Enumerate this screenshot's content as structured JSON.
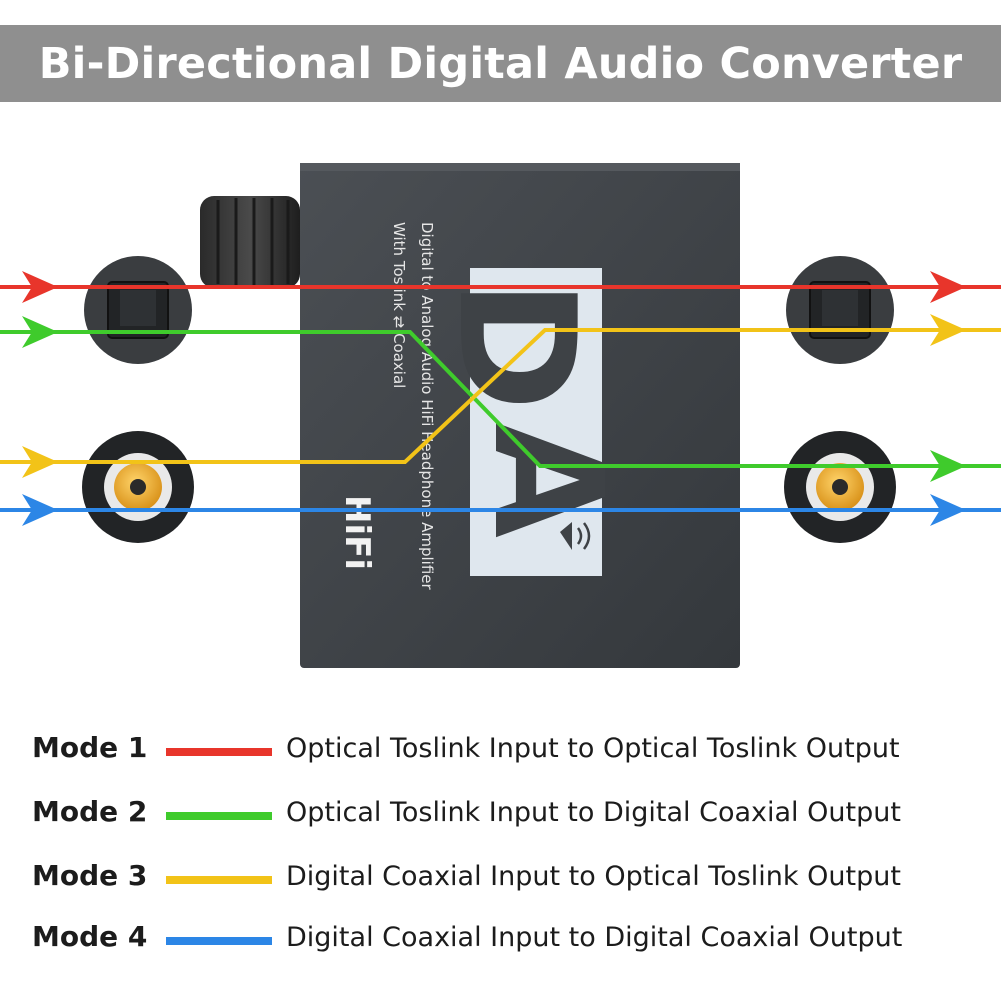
{
  "title": "Bi-Directional Digital Audio Converter",
  "device": {
    "side_text_line1": "Digital to Analog Audio HiFi Headphone Amplifier",
    "side_text_line2": "With Toslink ⇄ Coaxial",
    "hifi_label": "HiFi",
    "logo_letter_top": "D",
    "logo_letter_bottom": "A"
  },
  "colors": {
    "title_bg": "#8f8f8f",
    "device_body": "#3e4246",
    "mode1": "#e8352b",
    "mode2": "#3fcb2c",
    "mode3": "#f2c318",
    "mode4": "#2c86e6",
    "coax_center": "#f2b01e"
  },
  "icons": [
    "optical-port-icon",
    "coaxial-port-icon",
    "volume-knob-icon",
    "speaker-icon",
    "arrow-right-icon"
  ],
  "legend": [
    {
      "label": "Mode 1",
      "description": "Optical Toslink Input to Optical Toslink Output",
      "color": "#e8352b"
    },
    {
      "label": "Mode 2",
      "description": "Optical Toslink Input to Digital Coaxial Output",
      "color": "#3fcb2c"
    },
    {
      "label": "Mode 3",
      "description": "Digital Coaxial Input to Optical Toslink Output",
      "color": "#f2c318"
    },
    {
      "label": "Mode 4",
      "description": "Digital Coaxial Input to Digital Coaxial Output",
      "color": "#2c86e6"
    }
  ]
}
